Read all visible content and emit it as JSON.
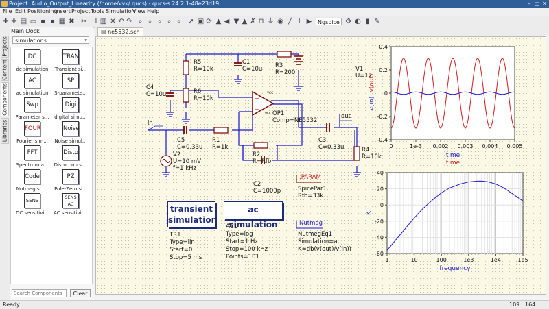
{
  "window": {
    "title": "Project: Audio_Output_Linearity (/home/vvk/.qucs) - qucs-s 24.2.1-48e23d19",
    "minimize": "–",
    "maximize": "□",
    "close": "✕"
  },
  "menu": [
    "File",
    "Edit",
    "Positioning",
    "Insert",
    "Project",
    "Tools",
    "Simulation",
    "View",
    "Help"
  ],
  "toolbar": {
    "simulator": "Ngspice"
  },
  "leftTabs": [
    "Projects",
    "Content",
    "Components",
    "Libraries"
  ],
  "dock": {
    "title": "Main Dock",
    "category": "simulations",
    "components": [
      {
        "icon": "DC",
        "label": "dc simulation"
      },
      {
        "icon": "TRAN",
        "label": "Transient si..."
      },
      {
        "icon": "AC",
        "label": "ac simulation"
      },
      {
        "icon": "SP",
        "label": "S-paramete..."
      },
      {
        "icon": "Swp",
        "label": "Parameter s..."
      },
      {
        "icon": "Digi",
        "label": "digital simu..."
      },
      {
        "icon": "FOUR",
        "label": "Fourier sim..."
      },
      {
        "icon": "Noise",
        "label": "Noise simul..."
      },
      {
        "icon": "FFT",
        "label": "Spectrum a..."
      },
      {
        "icon": "Disto",
        "label": "Distortion si..."
      },
      {
        "icon": "Code",
        "label": "Nutmeg scr..."
      },
      {
        "icon": "PZ",
        "label": "Pole-Zero si..."
      },
      {
        "icon": "SENS",
        "label": "DC sensitivi..."
      },
      {
        "icon": "SENS AC",
        "label": "AC sensitivit..."
      }
    ],
    "searchPlaceholder": "Search Components",
    "clear": "Clear"
  },
  "tab": {
    "name": "ne5532.sch"
  },
  "schematic": {
    "R5": {
      "name": "R5",
      "val": "R=10k"
    },
    "R6": {
      "name": "R6",
      "val": "R=10k"
    },
    "C1": {
      "name": "C1",
      "val": "C=10u"
    },
    "R3": {
      "name": "R3",
      "val": "R=200"
    },
    "V1": {
      "name": "V1",
      "val": "U=12"
    },
    "C4": {
      "name": "C4",
      "val": "C=10u"
    },
    "OP1": {
      "name": "OP1",
      "val": "Comp=NE5532"
    },
    "vcc": "VCC",
    "vee": "VEE",
    "in": "in",
    "out": "out",
    "C5": {
      "name": "C5",
      "val": "C=0.33u"
    },
    "R1": {
      "name": "R1",
      "val": "R=1k"
    },
    "V2": {
      "name": "V2",
      "val": "U=10 mV",
      "val2": "f=1 kHz"
    },
    "R2": {
      "name": "R2",
      "val": "R=Rfb"
    },
    "C2": {
      "name": "C2",
      "val": "C=1000p"
    },
    "C3": {
      "name": "C3",
      "val": "C=0.33u"
    },
    "R4": {
      "name": "R4",
      "val": "R=10k"
    },
    "param": {
      "hd": ".PARAM",
      "name": "SpicePar1",
      "val": "Rfb=33k"
    },
    "nutmeg": {
      "hd": "Nutmeg",
      "name": "NutmegEq1",
      "sim": "Simulation=ac",
      "eq": "K=db(v(out)/v(in))"
    },
    "tran": {
      "hd1": "transient",
      "hd2": "simulation",
      "name": "TR1",
      "type": "Type=lin",
      "start": "Start=0",
      "stop": "Stop=5 ms"
    },
    "ac": {
      "hd": "ac simulation",
      "name": "AC1",
      "type": "Type=log",
      "start": "Start=1 Hz",
      "stop": "Stop=100 kHz",
      "points": "Points=101"
    }
  },
  "colors": {
    "vout": "#d01a1a",
    "vin": "#1a1ad0",
    "gain": "#1a1ad0",
    "box": "#1c2a7a"
  },
  "chart_data": [
    {
      "type": "line",
      "xlabel": "time",
      "xlabel2": "time",
      "ylabel": "v(out)",
      "ylabel2": "v(in)",
      "xlim": [
        0,
        0.005
      ],
      "ylim": [
        -0.4,
        0.4
      ],
      "xticks": [
        {
          "v": 0,
          "label": "0"
        },
        {
          "v": 0.001,
          "label": "1e-3"
        },
        {
          "v": 0.002,
          "label": "0.002"
        },
        {
          "v": 0.003,
          "label": "0.003"
        },
        {
          "v": 0.004,
          "label": "0.004"
        },
        {
          "v": 0.005,
          "label": "0.005"
        }
      ],
      "yticks": [
        {
          "v": -0.4,
          "label": "-0.4"
        },
        {
          "v": -0.2,
          "label": "-0.2"
        },
        {
          "v": 0,
          "label": "0"
        },
        {
          "v": 0.2,
          "label": "0.2"
        },
        {
          "v": 0.4,
          "label": "0.4"
        }
      ],
      "series": [
        {
          "name": "v(out)",
          "amplitude": 0.3,
          "frequency": 1000,
          "phase": -90
        },
        {
          "name": "v(in)",
          "amplitude": 0.01,
          "frequency": 1000,
          "phase": 90
        }
      ]
    },
    {
      "type": "line",
      "xlabel": "frequency",
      "ylabel": "K",
      "xscale": "log",
      "xlim": [
        1,
        100000
      ],
      "ylim": [
        -60,
        40
      ],
      "xticks": [
        {
          "v": 1,
          "label": "1"
        },
        {
          "v": 10,
          "label": "10"
        },
        {
          "v": 100,
          "label": "100"
        },
        {
          "v": 1000,
          "label": "1e3"
        },
        {
          "v": 10000,
          "label": "1e4"
        },
        {
          "v": 100000,
          "label": "1e5"
        }
      ],
      "yticks": [
        {
          "v": -60,
          "label": "-60"
        },
        {
          "v": -40,
          "label": "-40"
        },
        {
          "v": -20,
          "label": "-20"
        },
        {
          "v": 0,
          "label": "0"
        },
        {
          "v": 20,
          "label": "20"
        },
        {
          "v": 40,
          "label": "40"
        }
      ],
      "series": [
        {
          "name": "K",
          "x": [
            1,
            2,
            5,
            10,
            20,
            50,
            100,
            200,
            500,
            1000,
            2000,
            3000,
            5000,
            10000,
            20000,
            50000,
            100000
          ],
          "y": [
            -56,
            -44,
            -28,
            -16,
            -5,
            7,
            15,
            21,
            26,
            28.5,
            29.5,
            29.6,
            28.8,
            26,
            21,
            12,
            5
          ]
        }
      ]
    }
  ],
  "status": {
    "left": "Ready.",
    "right": "109 : 164"
  }
}
